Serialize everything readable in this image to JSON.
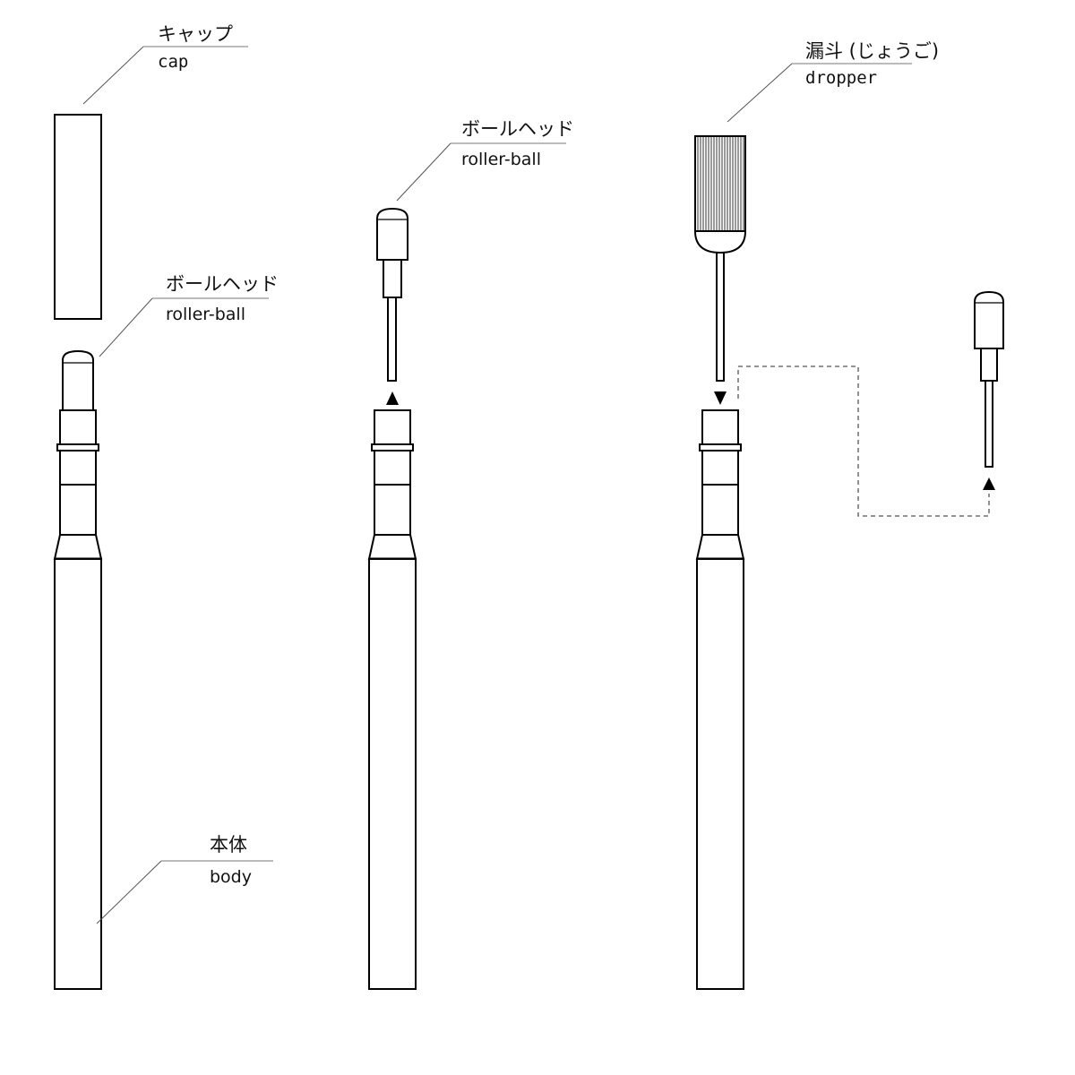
{
  "labels": {
    "cap": {
      "jp": "キャップ",
      "en": "cap"
    },
    "rollerball_1": {
      "jp": "ボールヘッド",
      "en": "roller-ball"
    },
    "rollerball_2": {
      "jp": "ボールヘッド",
      "en": "roller-ball"
    },
    "body": {
      "jp": "本体",
      "en": "body"
    },
    "dropper": {
      "jp": "漏斗 (じょうご)",
      "en": "dropper"
    }
  }
}
